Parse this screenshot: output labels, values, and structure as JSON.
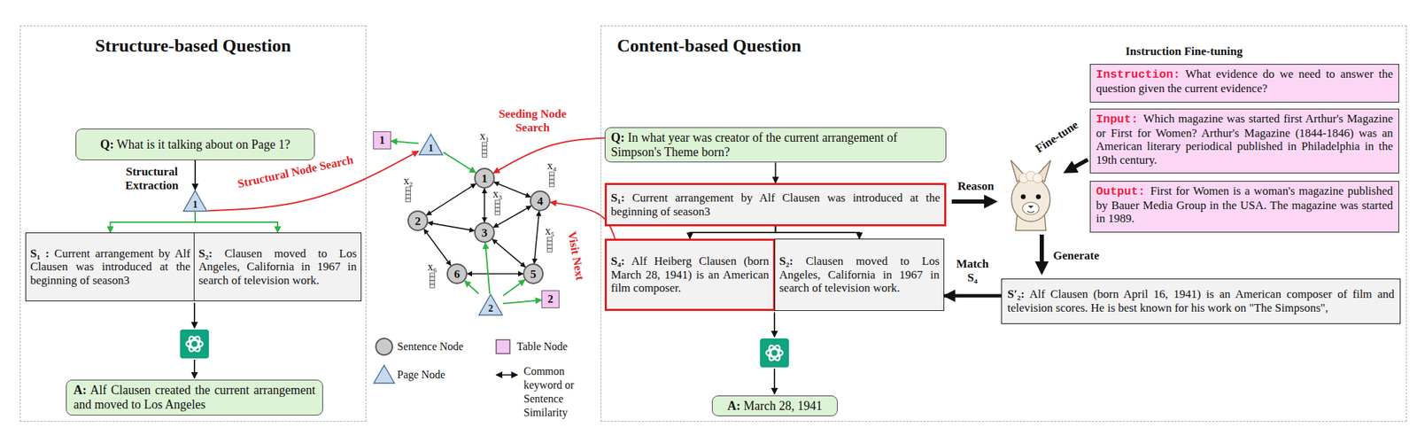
{
  "diagram": {
    "nodes": [
      {
        "text": [
          "Structure-based Question"
        ]
      },
      {
        "text": [
          "Q: What is it talking about on Page 1?"
        ],
        "in": 0
      },
      {
        "text": [
          "1"
        ],
        "in": 0
      },
      {
        "text": [
          "S₁ : Current arrangement by Alf Clausen was introduced at the beginning of season3"
        ],
        "in": 0
      },
      {
        "text": [
          "S₂: Clausen moved to Los Angeles, California in 1967 in search of television work."
        ],
        "in": 0
      },
      {
        "text": [
          "A: Alf Clausen created the current arrangement and moved to Los Angeles"
        ],
        "in": 0
      },
      {
        "text": [
          "1"
        ]
      },
      {
        "text": [
          "1"
        ]
      },
      {
        "text": [
          "1"
        ]
      },
      {
        "text": [
          "2"
        ]
      },
      {
        "text": [
          "3"
        ]
      },
      {
        "text": [
          "4"
        ]
      },
      {
        "text": [
          "5"
        ]
      },
      {
        "text": [
          "6"
        ]
      },
      {
        "text": [
          "2"
        ]
      },
      {
        "text": [
          "2"
        ]
      },
      {
        "text": [
          "Content-based Question"
        ]
      },
      {
        "text": [
          "Q: In what year was creator of the current arrangement of Simpson's Theme born?"
        ],
        "in": 16
      },
      {
        "text": [
          "S₁: Current arrangement by Alf Clausen was introduced at the beginning of season3"
        ],
        "in": 16
      },
      {
        "text": [
          "S₄: Alf Heiberg Clausen (born March 28, 1941) is an American film composer."
        ],
        "in": 16
      },
      {
        "text": [
          "S₂: Clausen moved to Los Angeles, California in 1967 in search of television work."
        ],
        "in": 16
      },
      {
        "text": [
          "A: March 28, 1941"
        ],
        "in": 16
      },
      {
        "text": [
          "Instruction:",
          "What evidence do we need to answer the question given the current evidence?"
        ],
        "in": 16
      },
      {
        "text": [
          "Input:",
          "Which magazine was started first Arthur's Magazine or First for Women? Arthur's Magazine (1844-1846) was an American literary periodical published in Philadelphia in the 19th century."
        ],
        "in": 16
      },
      {
        "text": [
          "Output:",
          "First for Women is a woman's magazine published by Bauer Media Group in the USA. The magazine was started in 1989."
        ],
        "in": 16
      },
      {
        "text": [
          "S′₂: Alf Clausen (born April 16, 1941) is an American composer of film and television scores. He is best known for his work on \"The Simpsons\","
        ],
        "in": 16
      }
    ],
    "edges": [
      {
        "from": 1,
        "to": 2,
        "arrow": "to"
      },
      {
        "from": 2,
        "to": 3,
        "arrow": "to"
      },
      {
        "from": 2,
        "to": 4,
        "arrow": "to"
      },
      {
        "from": 2,
        "to": 7,
        "label": "Structural Node Search",
        "arrow": "to"
      },
      {
        "from": 7,
        "to": 8,
        "arrow": "to"
      },
      {
        "from": 7,
        "to": 6,
        "arrow": "to"
      },
      {
        "from": 8,
        "to": 9,
        "arrow": "both"
      },
      {
        "from": 8,
        "to": 10,
        "arrow": "both"
      },
      {
        "from": 8,
        "to": 11,
        "arrow": "both"
      },
      {
        "from": 9,
        "to": 10,
        "arrow": "both"
      },
      {
        "from": 9,
        "to": 13,
        "arrow": "both"
      },
      {
        "from": 10,
        "to": 11,
        "arrow": "both"
      },
      {
        "from": 10,
        "to": 12,
        "arrow": "both"
      },
      {
        "from": 11,
        "to": 12,
        "arrow": "both"
      },
      {
        "from": 13,
        "to": 12,
        "arrow": "both"
      },
      {
        "from": 14,
        "to": 13,
        "arrow": "to"
      },
      {
        "from": 14,
        "to": 10,
        "arrow": "to"
      },
      {
        "from": 14,
        "to": 12,
        "arrow": "to"
      },
      {
        "from": 14,
        "to": 15,
        "arrow": "to"
      },
      {
        "from": 17,
        "to": 8,
        "label": "Seeding Node Search",
        "arrow": "to"
      },
      {
        "from": 17,
        "to": 18,
        "arrow": "to"
      },
      {
        "from": 18,
        "to": 19,
        "arrow": "to"
      },
      {
        "from": 18,
        "to": 20,
        "arrow": "to"
      },
      {
        "from": 19,
        "to": 11,
        "label": "Visit Next",
        "arrow": "to"
      },
      {
        "from": 25,
        "to": 20,
        "label": "Match S₄",
        "arrow": "to"
      }
    ],
    "labels": [
      "Structural Extraction",
      "x₁",
      "x₂",
      "x₃",
      "x₄",
      "x₅",
      "x₆",
      "Reason",
      "Fine-tune",
      "Instruction Fine-tuning",
      "Generate"
    ],
    "legend": [
      {
        "text": "Sentence Node"
      },
      {
        "text": "Table Node"
      },
      {
        "text": "Page Node"
      },
      {
        "text": "Common keyword or Sentence Similarity"
      }
    ]
  }
}
